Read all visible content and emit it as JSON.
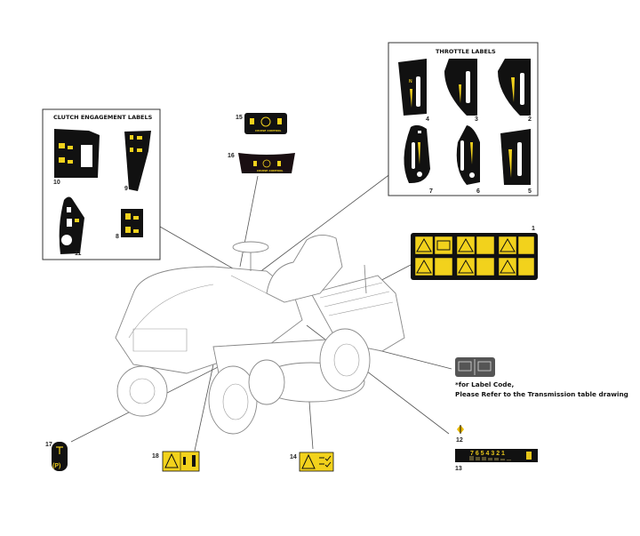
{
  "colors": {
    "label_black": "#111111",
    "label_yellow": "#f2d21c",
    "warning_yellow": "#f2d21c"
  },
  "groups": {
    "clutch": {
      "title": "CLUTCH ENGAGEMENT LABELS",
      "items": [
        "10",
        "9",
        "11",
        "8"
      ]
    },
    "throttle": {
      "title": "THROTTLE LABELS",
      "items": [
        "4",
        "3",
        "2",
        "7",
        "6",
        "5"
      ],
      "neutral_mark": "N"
    }
  },
  "cruise": {
    "n15": "15",
    "n16": "16",
    "text": "CRUISE CONTROL"
  },
  "safety": {
    "n1": "1",
    "n18": "18",
    "n14": "14",
    "n17": "17",
    "park": "(P)"
  },
  "transmission": {
    "note_line1": "*for Label Code,",
    "note_line2": "Please Refer to the Transmission table drawing"
  },
  "n12": "12",
  "speed": {
    "n13": "13",
    "gears": "7 6 5 4 3 2 1"
  }
}
